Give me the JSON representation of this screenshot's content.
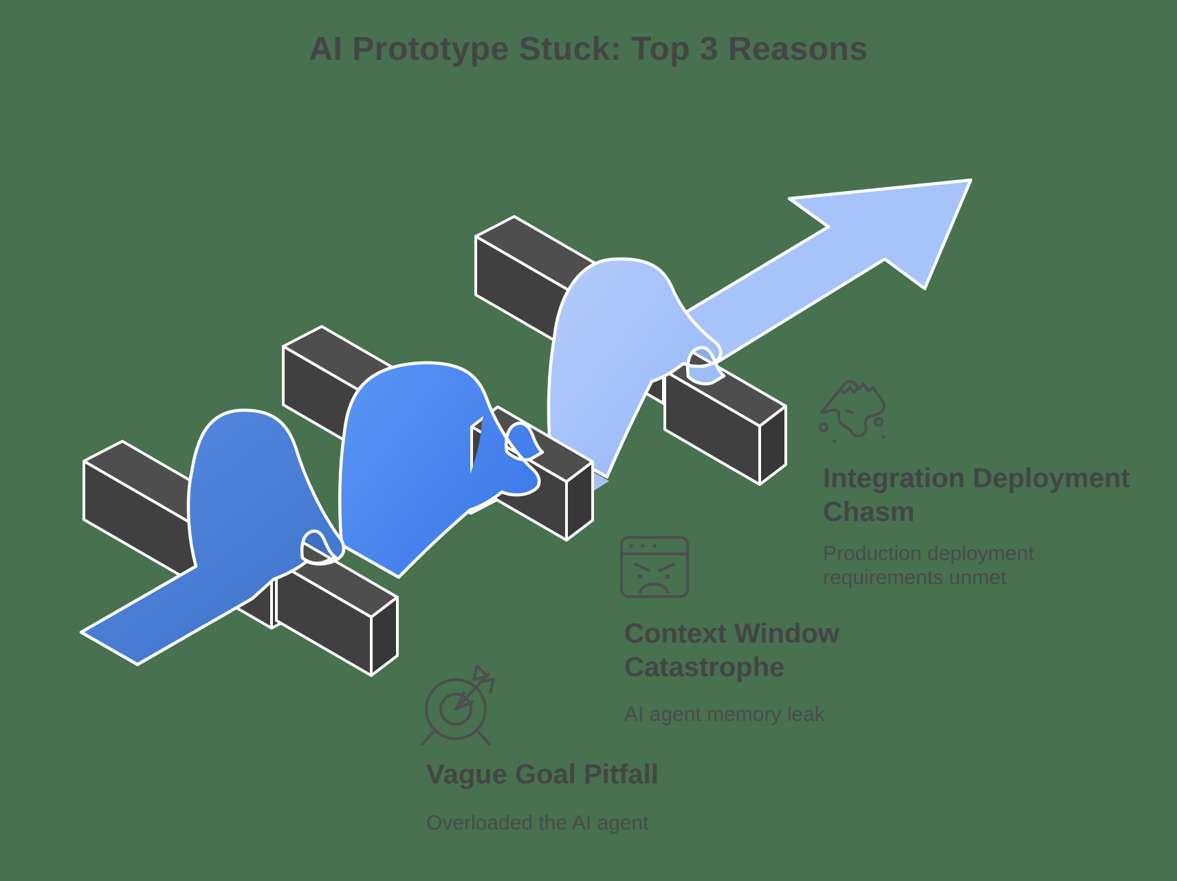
{
  "title": "AI Prototype Stuck: Top 3 Reasons",
  "colors": {
    "background": "#47714F",
    "text_dark": "#454545",
    "text_sub": "#4B4B4B",
    "block_gray": "#454545",
    "ribbon_step1": "#4A80D8",
    "ribbon_step2": "#4887F0",
    "ribbon_step3": "#A4C2F9",
    "outline_white": "#FFFFFF",
    "icon_stroke": "#4E4E4E"
  },
  "reasons": [
    {
      "id": "vague-goal-pitfall",
      "icon": "target-dart-icon",
      "heading_lines": [
        "Vague Goal Pitfall"
      ],
      "description_lines": [
        "Overloaded the AI agent"
      ]
    },
    {
      "id": "context-window-catastrophe",
      "icon": "angry-browser-icon",
      "heading_lines": [
        "Context Window",
        "Catastrophe"
      ],
      "description_lines": [
        "AI agent memory leak"
      ]
    },
    {
      "id": "integration-deployment-chasm",
      "icon": "mountain-landslide-icon",
      "heading_lines": [
        "Integration Deployment",
        "Chasm"
      ],
      "description_lines": [
        "Production deployment",
        "requirements unmet"
      ]
    }
  ]
}
